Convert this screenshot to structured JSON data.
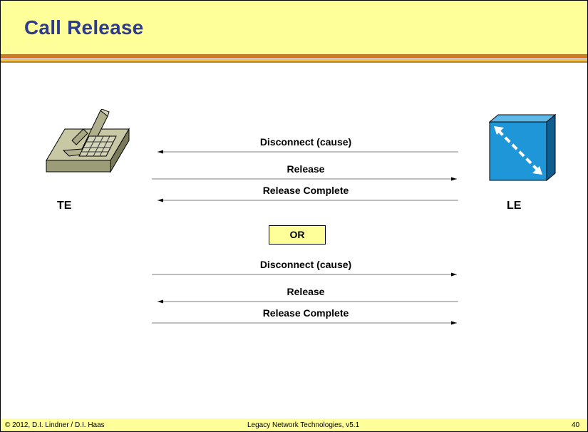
{
  "slide": {
    "title": "Call Release"
  },
  "nodes": {
    "te_label": "TE",
    "le_label": "LE"
  },
  "icons": {
    "te": "telephone-icon",
    "le": "switch-icon"
  },
  "sequence_1": [
    {
      "label": "Disconnect (cause)",
      "direction": "LE to TE"
    },
    {
      "label": "Release",
      "direction": "TE to LE"
    },
    {
      "label": "Release Complete",
      "direction": "LE to TE"
    }
  ],
  "separator": "OR",
  "sequence_2": [
    {
      "label": "Disconnect (cause)",
      "direction": "TE to LE"
    },
    {
      "label": "Release",
      "direction": "LE to TE"
    },
    {
      "label": "Release Complete",
      "direction": "TE to LE"
    }
  ],
  "footer": {
    "copyright": "© 2012, D.I. Lindner / D.I. Haas",
    "course": "Legacy Network Technologies, v5.1",
    "page": "40"
  },
  "colors": {
    "header_bg": "#ffff99",
    "title": "#2c3b90",
    "switch": "#1e96d8"
  }
}
